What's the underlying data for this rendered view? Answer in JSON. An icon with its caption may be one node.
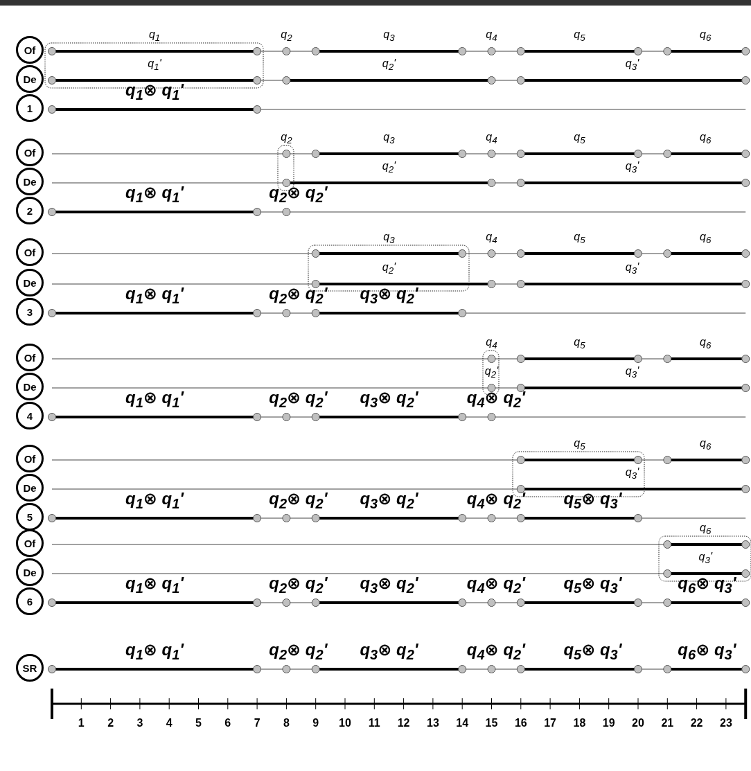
{
  "diagram": {
    "nodes": [
      {
        "text": [
          "Of"
        ]
      },
      {
        "text": [
          "De"
        ]
      },
      {
        "text": [
          "1"
        ]
      },
      {
        "text": [
          "Of"
        ]
      },
      {
        "text": [
          "De"
        ]
      },
      {
        "text": [
          "2"
        ]
      },
      {
        "text": [
          "Of"
        ]
      },
      {
        "text": [
          "De"
        ]
      },
      {
        "text": [
          "3"
        ]
      },
      {
        "text": [
          "Of"
        ]
      },
      {
        "text": [
          "De"
        ]
      },
      {
        "text": [
          "4"
        ]
      },
      {
        "text": [
          "Of"
        ]
      },
      {
        "text": [
          "De"
        ]
      },
      {
        "text": [
          "5"
        ]
      },
      {
        "text": [
          "Of"
        ]
      },
      {
        "text": [
          "De"
        ]
      },
      {
        "text": [
          "6"
        ]
      },
      {
        "text": [
          "SR"
        ]
      }
    ],
    "labels": [
      "q$_{1}$",
      "q$_{2}$",
      "q$_{3}$",
      "q$_{4}$",
      "q$_{5}$",
      "q$_{6}$",
      "q$_{1}$'",
      "q$_{2}$'",
      "q$_{3}$'",
      "q$_{1}$⊗ q$_{1}$'",
      "q$_{2}$",
      "q$_{3}$",
      "q$_{4}$",
      "q$_{5}$",
      "q$_{6}$",
      "q$_{2}$'",
      "q$_{3}$'",
      "q$_{1}$⊗ q$_{1}$'",
      "q$_{2}$⊗ q$_{2}$'",
      "q$_{3}$",
      "q$_{4}$",
      "q$_{5}$",
      "q$_{6}$",
      "q$_{2}$'",
      "q$_{3}$'",
      "q$_{1}$⊗ q$_{1}$'",
      "q$_{2}$⊗ q$_{2}$'",
      "q$_{3}$⊗ q$_{2}$'",
      "q$_{4}$",
      "q$_{5}$",
      "q$_{6}$",
      "q$_{2}$'",
      "q$_{3}$'",
      "q$_{1}$⊗ q$_{1}$'",
      "q$_{2}$⊗ q$_{2}$'",
      "q$_{3}$⊗ q$_{2}$'",
      "q$_{4}$⊗ q$_{2}$'",
      "q$_{5}$",
      "q$_{6}$",
      "q$_{3}$'",
      "q$_{1}$⊗ q$_{1}$'",
      "q$_{2}$⊗ q$_{2}$'",
      "q$_{3}$⊗ q$_{2}$'",
      "q$_{4}$⊗ q$_{2}$'",
      "q$_{5}$⊗ q$_{3}$'",
      "q$_{6}$",
      "q$_{3}$'",
      "q$_{1}$⊗ q$_{1}$'",
      "q$_{2}$⊗ q$_{2}$'",
      "q$_{3}$⊗ q$_{2}$'",
      "q$_{4}$⊗ q$_{2}$'",
      "q$_{5}$⊗ q$_{3}$'",
      "q$_{6}$⊗ q$_{3}$'",
      "q$_{1}$⊗ q$_{1}$'",
      "q$_{2}$⊗ q$_{2}$'",
      "q$_{3}$⊗ q$_{2}$'",
      "q$_{4}$⊗ q$_{2}$'",
      "q$_{5}$⊗ q$_{3}$'",
      "q$_{6}$⊗ q$_{3}$'",
      "1",
      "2",
      "3",
      "4",
      "5",
      "6",
      "7",
      "8",
      "9",
      "10",
      "11",
      "12",
      "13",
      "14",
      "15",
      "16",
      "17",
      "18",
      "19",
      "20",
      "21",
      "22",
      "23"
    ]
  }
}
